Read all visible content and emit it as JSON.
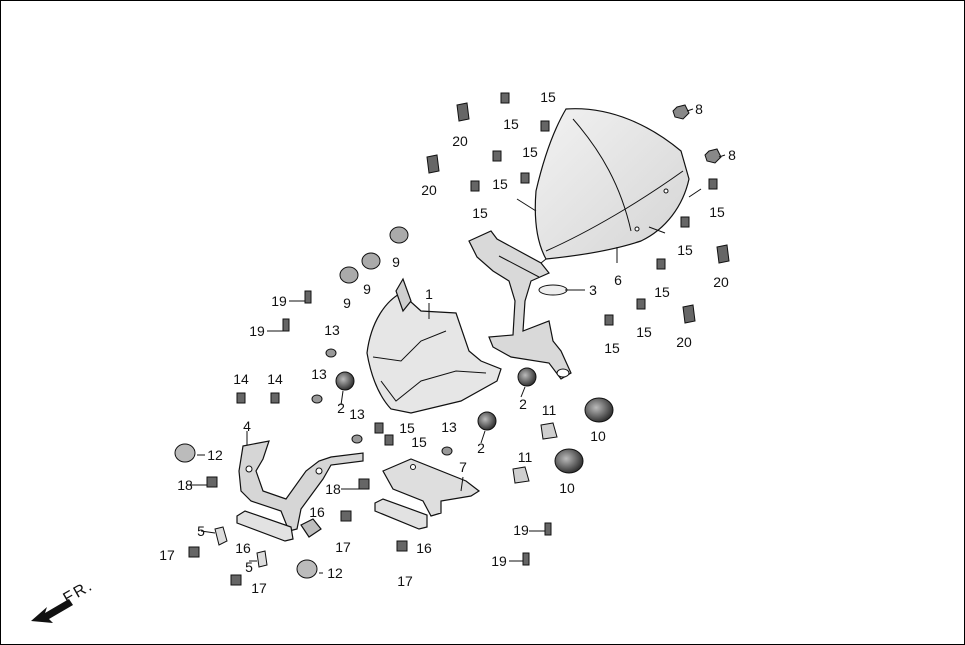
{
  "direction_label": "FR.",
  "callouts": [
    {
      "id": "c1",
      "text": "1"
    },
    {
      "id": "c2a",
      "text": "2"
    },
    {
      "id": "c2b",
      "text": "2"
    },
    {
      "id": "c2c",
      "text": "2"
    },
    {
      "id": "c3",
      "text": "3"
    },
    {
      "id": "c4",
      "text": "4"
    },
    {
      "id": "c5a",
      "text": "5"
    },
    {
      "id": "c5b",
      "text": "5"
    },
    {
      "id": "c6",
      "text": "6"
    },
    {
      "id": "c7",
      "text": "7"
    },
    {
      "id": "c8a",
      "text": "8"
    },
    {
      "id": "c8b",
      "text": "8"
    },
    {
      "id": "c9a",
      "text": "9"
    },
    {
      "id": "c9b",
      "text": "9"
    },
    {
      "id": "c9c",
      "text": "9"
    },
    {
      "id": "c10a",
      "text": "10"
    },
    {
      "id": "c10b",
      "text": "10"
    },
    {
      "id": "c11a",
      "text": "11"
    },
    {
      "id": "c11b",
      "text": "11"
    },
    {
      "id": "c12a",
      "text": "12"
    },
    {
      "id": "c12b",
      "text": "12"
    },
    {
      "id": "c13a",
      "text": "13"
    },
    {
      "id": "c13b",
      "text": "13"
    },
    {
      "id": "c13c",
      "text": "13"
    },
    {
      "id": "c13d",
      "text": "13"
    },
    {
      "id": "c14a",
      "text": "14"
    },
    {
      "id": "c14b",
      "text": "14"
    },
    {
      "id": "c15a",
      "text": "15"
    },
    {
      "id": "c15b",
      "text": "15"
    },
    {
      "id": "c15c",
      "text": "15"
    },
    {
      "id": "c15d",
      "text": "15"
    },
    {
      "id": "c15e",
      "text": "15"
    },
    {
      "id": "c15f",
      "text": "15"
    },
    {
      "id": "c15g",
      "text": "15"
    },
    {
      "id": "c15h",
      "text": "15"
    },
    {
      "id": "c15i",
      "text": "15"
    },
    {
      "id": "c15j",
      "text": "15"
    },
    {
      "id": "c15k",
      "text": "15"
    },
    {
      "id": "c15l",
      "text": "15"
    },
    {
      "id": "c16a",
      "text": "16"
    },
    {
      "id": "c16b",
      "text": "16"
    },
    {
      "id": "c16c",
      "text": "16"
    },
    {
      "id": "c17a",
      "text": "17"
    },
    {
      "id": "c17b",
      "text": "17"
    },
    {
      "id": "c17c",
      "text": "17"
    },
    {
      "id": "c17d",
      "text": "17"
    },
    {
      "id": "c18a",
      "text": "18"
    },
    {
      "id": "c18b",
      "text": "18"
    },
    {
      "id": "c19a",
      "text": "19"
    },
    {
      "id": "c19b",
      "text": "19"
    },
    {
      "id": "c19c",
      "text": "19"
    },
    {
      "id": "c19d",
      "text": "19"
    },
    {
      "id": "c20a",
      "text": "20"
    },
    {
      "id": "c20b",
      "text": "20"
    },
    {
      "id": "c20c",
      "text": "20"
    },
    {
      "id": "c20d",
      "text": "20"
    }
  ]
}
